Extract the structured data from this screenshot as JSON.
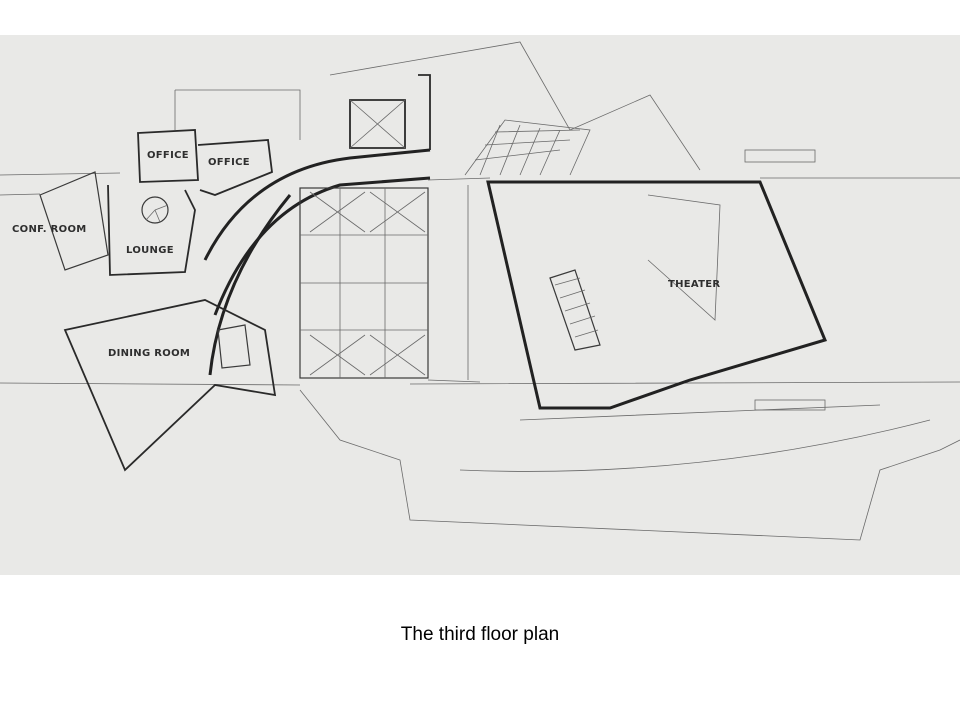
{
  "plan": {
    "rooms": {
      "office_1": "OFFICE",
      "office_2": "OFFICE",
      "conf_room": "CONF. ROOM",
      "lounge": "LOUNGE",
      "dining_room": "DINING ROOM",
      "theater": "THEATER"
    }
  },
  "caption": "The third floor plan"
}
